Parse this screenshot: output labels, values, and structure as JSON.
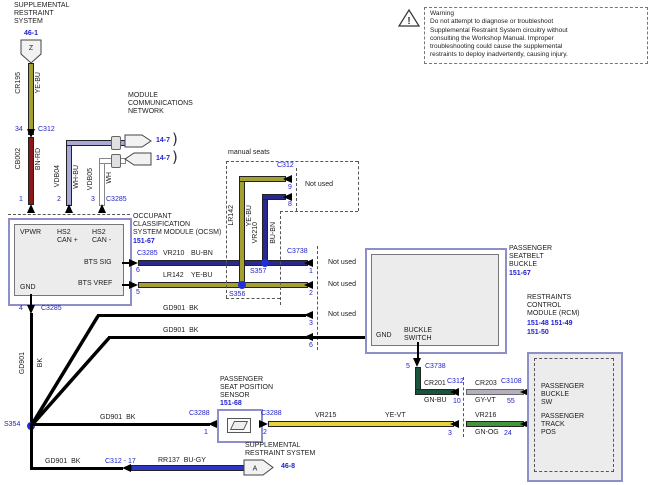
{
  "diagram": {
    "warning": {
      "icon": "!",
      "text": "Warning\nDo not attempt to diagnose or troubleshoot\nSupplemental Restraint System circuitry without\nconsulting the Workshop Manual. Improper\ntroubleshooting could cause the supplemental\nrestraints to deploy inadvertently, causing injury."
    },
    "srs_top": {
      "title": "SUPPLEMENTAL\nRESTRAINT\nSYSTEM",
      "ref": "46-1",
      "pin": "Z"
    },
    "srs_bottom": {
      "title": "SUPPLEMENTAL\nRESTRAINT SYSTEM",
      "ref": "46-8",
      "pin": "A"
    },
    "mcn": {
      "title": "MODULE\nCOMMUNICATIONS\nNETWORK",
      "ref": "14-7",
      "brace": ")"
    },
    "manual_seats": {
      "label": "manual seats"
    },
    "not_used": "Not used",
    "ocsm": {
      "title": "OCCUPANT\nCLASSIFICATION\nSYSTEM MODULE (OCSM)",
      "ref": "151-67",
      "pin_vpwr": "VPWR",
      "pin_hs2_plus": "HS2\nCAN +",
      "pin_hs2_minus": "HS2\nCAN -",
      "pin_bts_sig": "BTS SIG",
      "pin_bts_vref": "BTS VREF",
      "pin_gnd": "GND"
    },
    "buckle": {
      "title": "PASSENGER\nSEATBELT\nBUCKLE",
      "ref": "151-67",
      "pin_gnd": "GND",
      "pin_switch": "BUCKLE\nSWITCH"
    },
    "rcm": {
      "title": "RESTRAINTS\nCONTROL\nMODULE (RCM)",
      "refs_line1": "151-48  151-49",
      "refs_line2": "151-50",
      "pin_buckle_sw": "PASSENGER\nBUCKLE\nSW",
      "pin_track_pos": "PASSENGER\nTRACK\nPOS"
    },
    "sensor": {
      "title": "PASSENGER\nSEAT POSITION\nSENSOR",
      "ref": "151-68"
    },
    "wires": {
      "cr195": {
        "name": "CR195",
        "color": "YE-BU",
        "hex": "#a3a02f"
      },
      "cb002": {
        "name": "CB002",
        "color": "BN-RD",
        "hex": "#8e1616"
      },
      "vdb04": {
        "name": "VDB04",
        "color": "WH-BU",
        "hex": "#a9a9d8"
      },
      "vdb05": {
        "name": "VDB05",
        "color": "WH",
        "hex": "#ffffff"
      },
      "vr210": {
        "name": "VR210",
        "color": "BU-BN",
        "hex": "#28288e"
      },
      "lr142": {
        "name": "LR142",
        "color": "YE-BU",
        "hex": "#a3a02f"
      },
      "gd901": {
        "name": "GD901",
        "color": "BK",
        "hex": "#000000"
      },
      "vr215": {
        "name": "VR215",
        "color": "YE-VT",
        "hex": "#e6d23c"
      },
      "vr216": {
        "name": "VR216",
        "color": "GN-OG",
        "hex": "#42953a"
      },
      "cr201": {
        "name": "CR201",
        "color": "GN-BU",
        "hex": "#17563c"
      },
      "cr203": {
        "name": "CR203",
        "color": "GY-VT",
        "hex": "#b5aebc"
      },
      "rr137": {
        "name": "RR137",
        "color": "BU-GY",
        "hex": "#2b35c8"
      }
    },
    "connectors": {
      "c312": "C312",
      "c3285": "C3285",
      "c3738": "C3738",
      "c3288": "C3288",
      "c3108": "C3108",
      "c312_17": "C312 - 17"
    },
    "splices": {
      "s354": "S354",
      "s356": "S356",
      "s357": "S357"
    },
    "pins": {
      "p1": "1",
      "p2": "2",
      "p3": "3",
      "p4": "4",
      "p5": "5",
      "p6": "6",
      "p8": "8",
      "p9": "9",
      "p10": "10",
      "p24": "24",
      "p34": "34",
      "p55": "55"
    }
  }
}
